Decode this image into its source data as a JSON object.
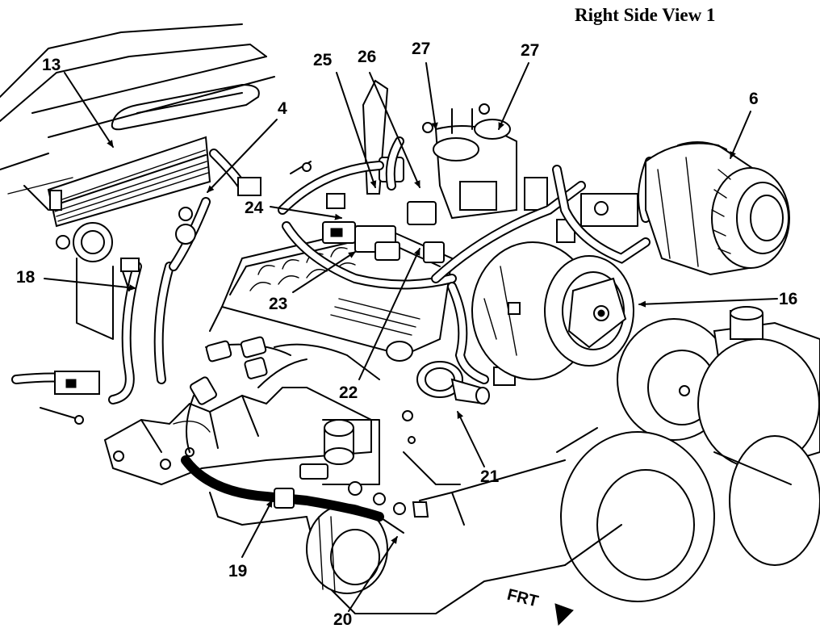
{
  "title": "Right Side View 1",
  "direction_label": "FRT",
  "callouts": [
    {
      "id": "13",
      "text": "13"
    },
    {
      "id": "4",
      "text": "4"
    },
    {
      "id": "25",
      "text": "25"
    },
    {
      "id": "26",
      "text": "26"
    },
    {
      "id": "27a",
      "text": "27"
    },
    {
      "id": "27b",
      "text": "27"
    },
    {
      "id": "6",
      "text": "6"
    },
    {
      "id": "24",
      "text": "24"
    },
    {
      "id": "18",
      "text": "18"
    },
    {
      "id": "23",
      "text": "23"
    },
    {
      "id": "16",
      "text": "16"
    },
    {
      "id": "22",
      "text": "22"
    },
    {
      "id": "21",
      "text": "21"
    },
    {
      "id": "19",
      "text": "19"
    },
    {
      "id": "20",
      "text": "20"
    }
  ]
}
